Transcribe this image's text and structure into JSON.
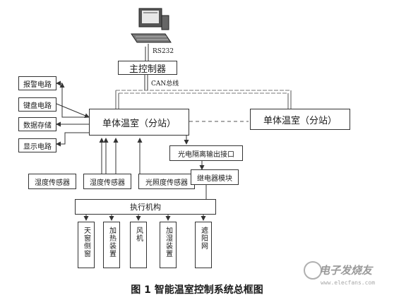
{
  "diagram": {
    "nodes": {
      "main_controller": "主控制器",
      "greenhouse_left": "单体温室（分站）",
      "greenhouse_right": "单体温室（分站）",
      "alarm_circuit": "报警电路",
      "keyboard_circuit": "键盘电路",
      "data_storage": "数据存储",
      "display_circuit": "显示电路",
      "humidity_sensor_1": "湿度传感器",
      "humidity_sensor_2": "湿度传感器",
      "light_sensor": "光照度传感器",
      "opto_output": "光电隔离输出接口",
      "relay_module": "继电器模块",
      "actuators": "执行机构",
      "act_skylight": "天窗侧窗",
      "act_heater": "加热装置",
      "act_fan": "风机",
      "act_humidifier": "加湿装置",
      "act_shade": "遮阳网"
    },
    "edges": {
      "rs232": "RS232",
      "can_bus": "CAN总线"
    }
  },
  "caption": "图 1   智能温室控制系统总框图",
  "watermark": {
    "text": "电子发烧友",
    "url": "www.elecfans.com"
  }
}
